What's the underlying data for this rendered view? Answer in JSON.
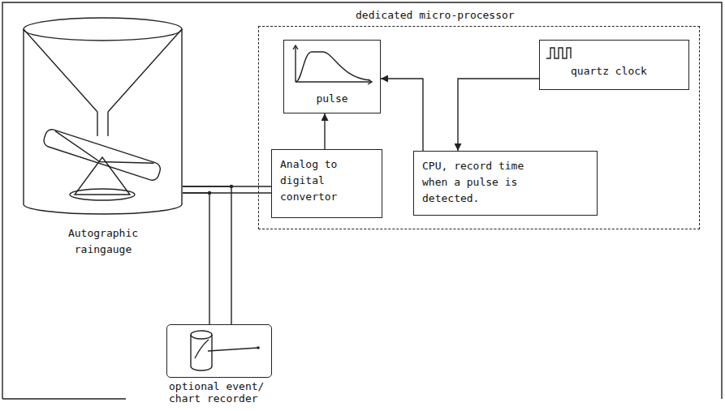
{
  "diagram": {
    "nodes": [
      {
        "text": [
          "Autographic raingauge"
        ]
      },
      {
        "text": [
          "dedicated micro-processor"
        ]
      },
      {
        "text": [
          "pulse"
        ],
        "in": 1
      },
      {
        "text": [
          "quartz clock"
        ],
        "in": 1
      },
      {
        "text": [
          "Analog to digital convertor"
        ],
        "in": 1
      },
      {
        "text": [
          "CPU, record time when a pulse is detected."
        ],
        "in": 1
      },
      {
        "text": [
          "optional event/ chart recorder"
        ]
      }
    ],
    "edges": [
      {
        "from": 0,
        "to": 4,
        "arrow": "none"
      },
      {
        "from": 0,
        "to": 6,
        "arrow": "none"
      },
      {
        "from": 4,
        "to": 2,
        "arrow": "to"
      },
      {
        "from": 5,
        "to": 2,
        "arrow": "to"
      },
      {
        "from": 3,
        "to": 5,
        "arrow": "to"
      }
    ]
  }
}
